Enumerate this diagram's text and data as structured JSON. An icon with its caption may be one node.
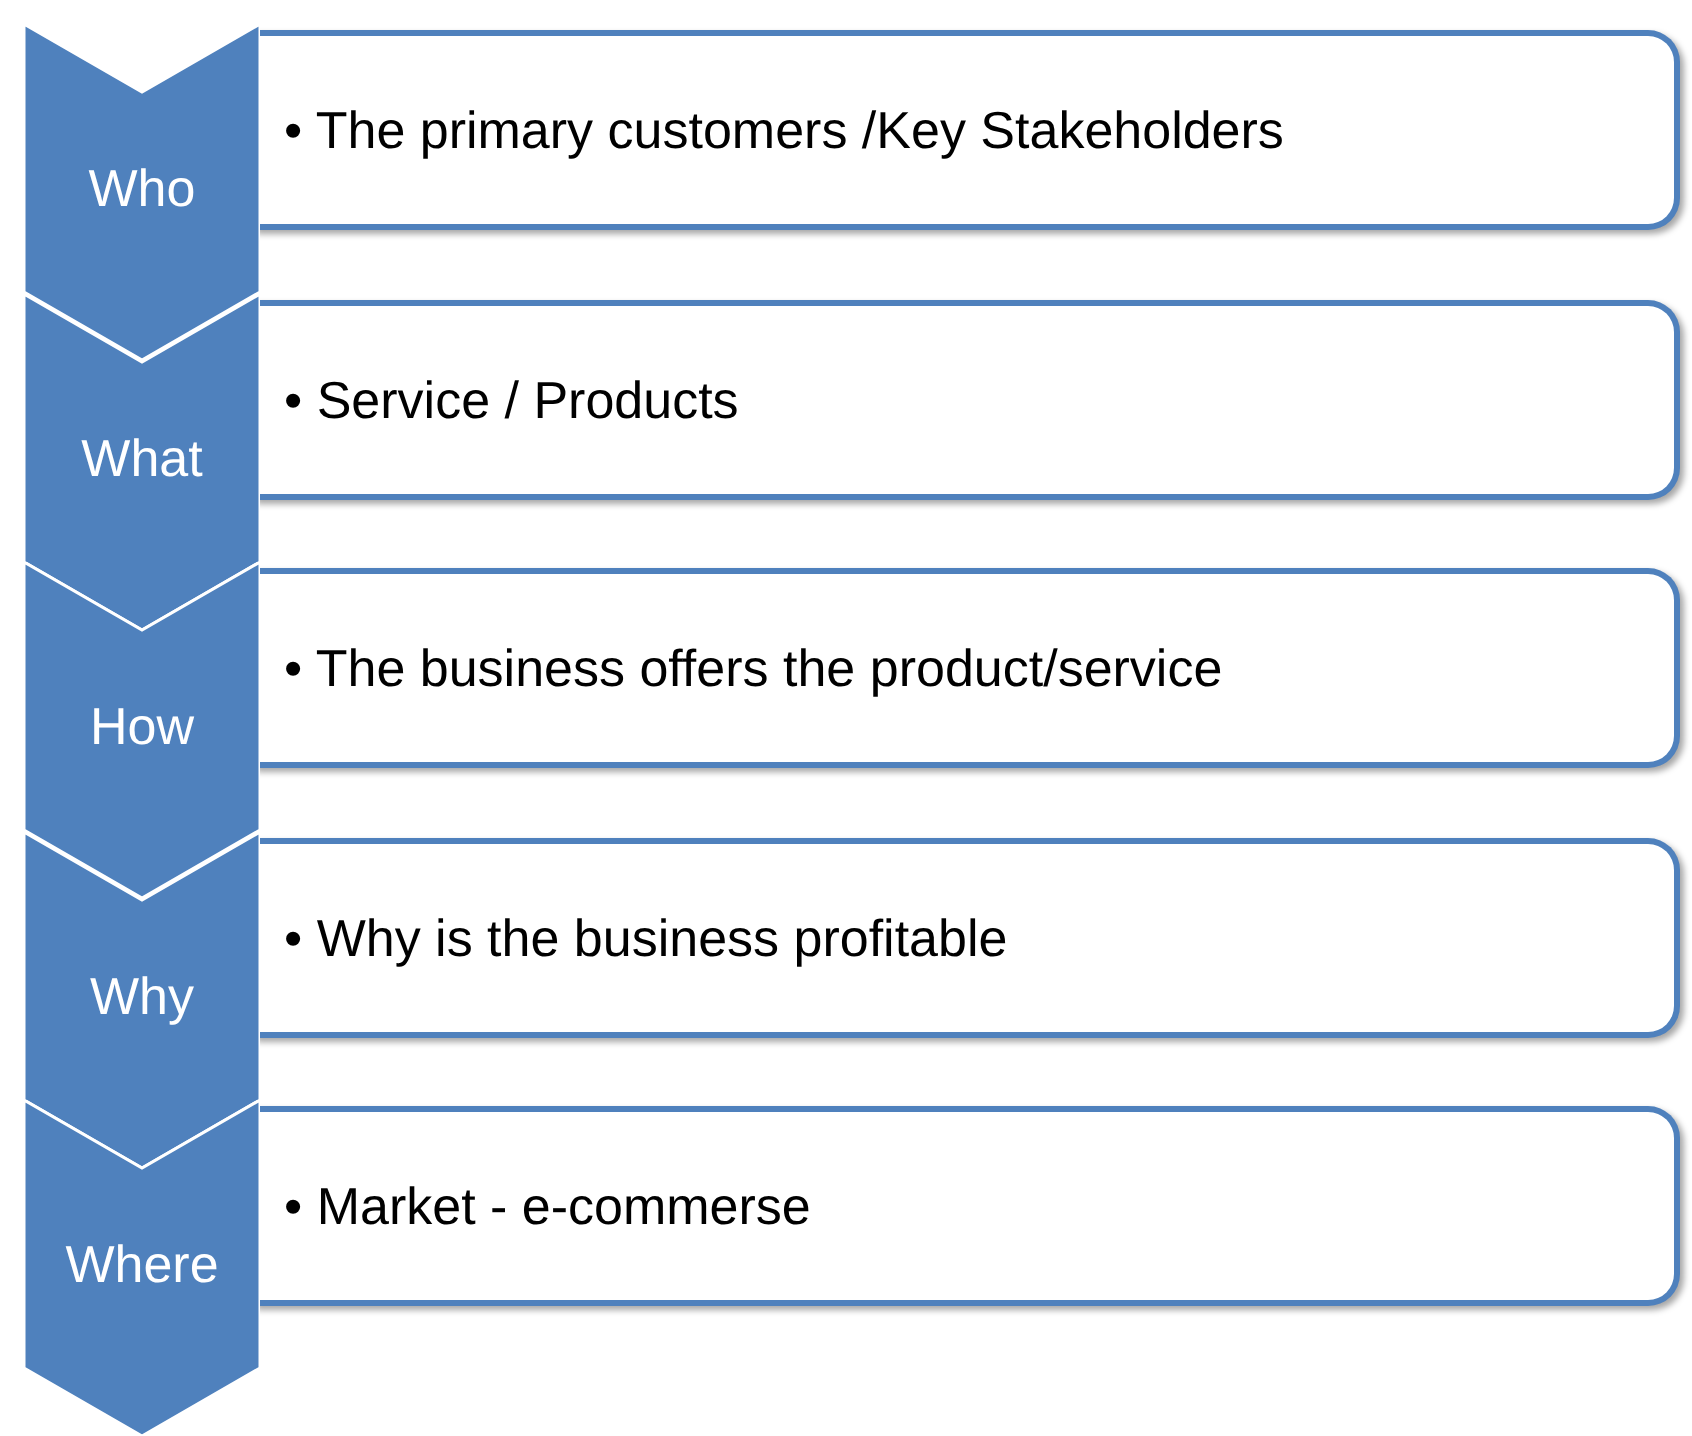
{
  "diagram": {
    "nodes": [
      {
        "text": [
          "Who"
        ]
      },
      {
        "text": [
          "• The primary customers /Key Stakeholders"
        ]
      },
      {
        "text": [
          "What"
        ]
      },
      {
        "text": [
          "• Service / Products"
        ]
      },
      {
        "text": [
          "How"
        ]
      },
      {
        "text": [
          "• The business offers the product/service"
        ]
      },
      {
        "text": [
          "Why"
        ]
      },
      {
        "text": [
          "• Why is the business profitable"
        ]
      },
      {
        "text": [
          "Where"
        ]
      },
      {
        "text": [
          "• Market - e-commerse"
        ]
      }
    ]
  }
}
